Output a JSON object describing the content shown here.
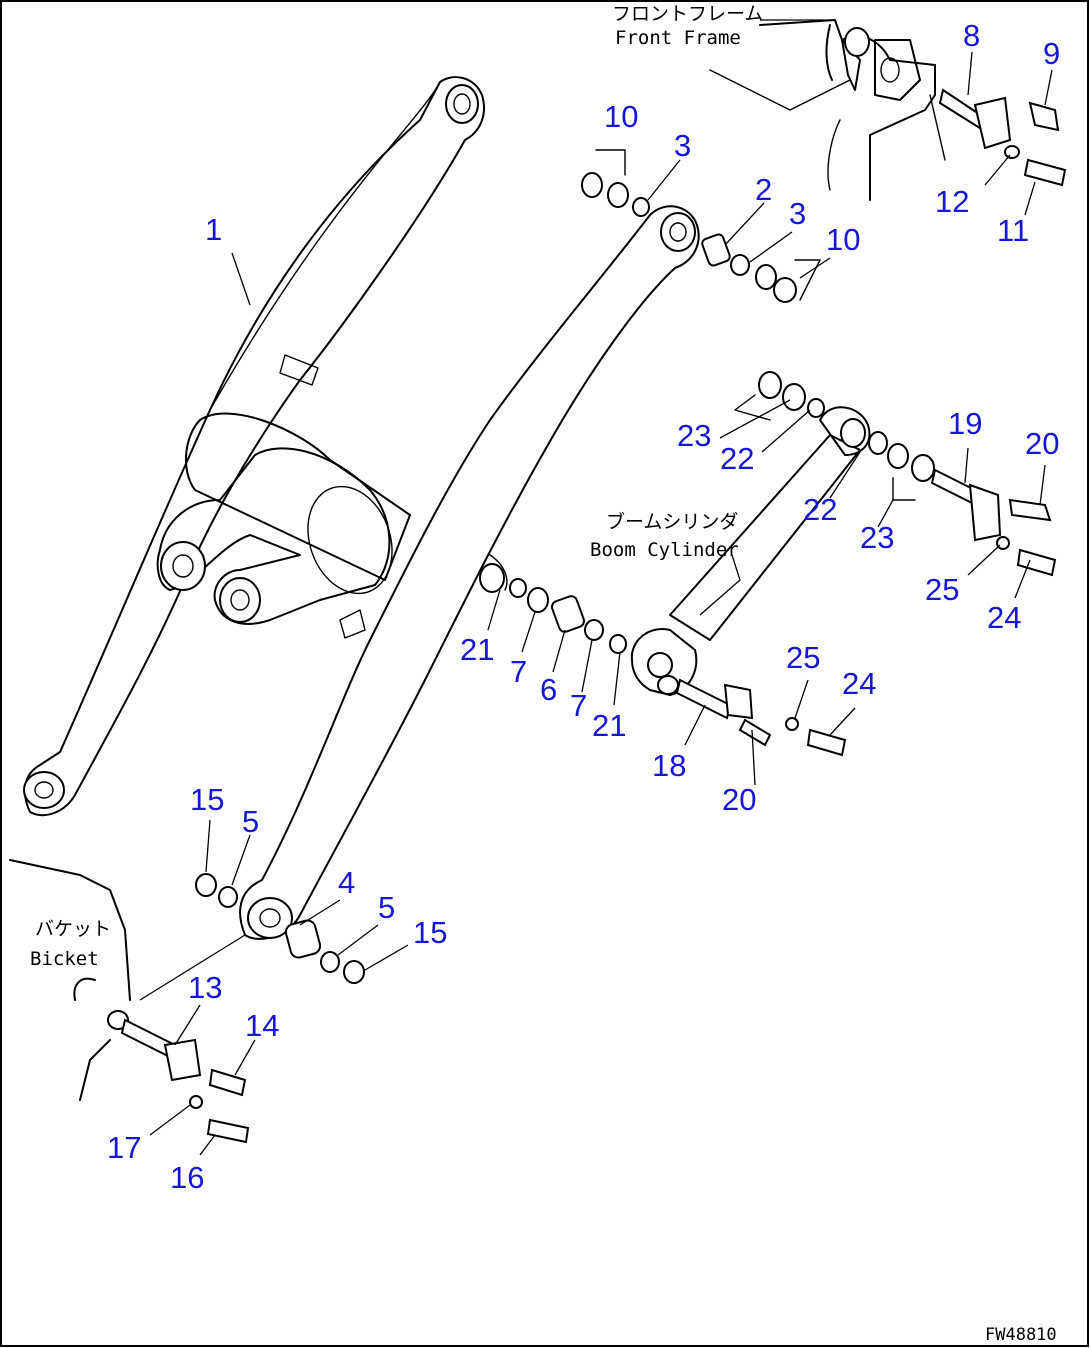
{
  "captions": {
    "front_frame_jp": "フロントフレーム",
    "front_frame_en": "Front Frame",
    "boom_cylinder_jp": "ブームシリンダ",
    "boom_cylinder_en": "Boom Cylinder",
    "bucket_jp": "バケット",
    "bucket_en": "Bicket"
  },
  "drawing_code": "FW48810",
  "callouts": [
    "1",
    "2",
    "3",
    "3",
    "4",
    "5",
    "5",
    "6",
    "7",
    "7",
    "8",
    "9",
    "10",
    "10",
    "11",
    "12",
    "13",
    "14",
    "15",
    "15",
    "16",
    "17",
    "18",
    "19",
    "20",
    "20",
    "21",
    "21",
    "22",
    "22",
    "23",
    "23",
    "24",
    "24",
    "25",
    "25"
  ],
  "label_color": "#1616d6"
}
